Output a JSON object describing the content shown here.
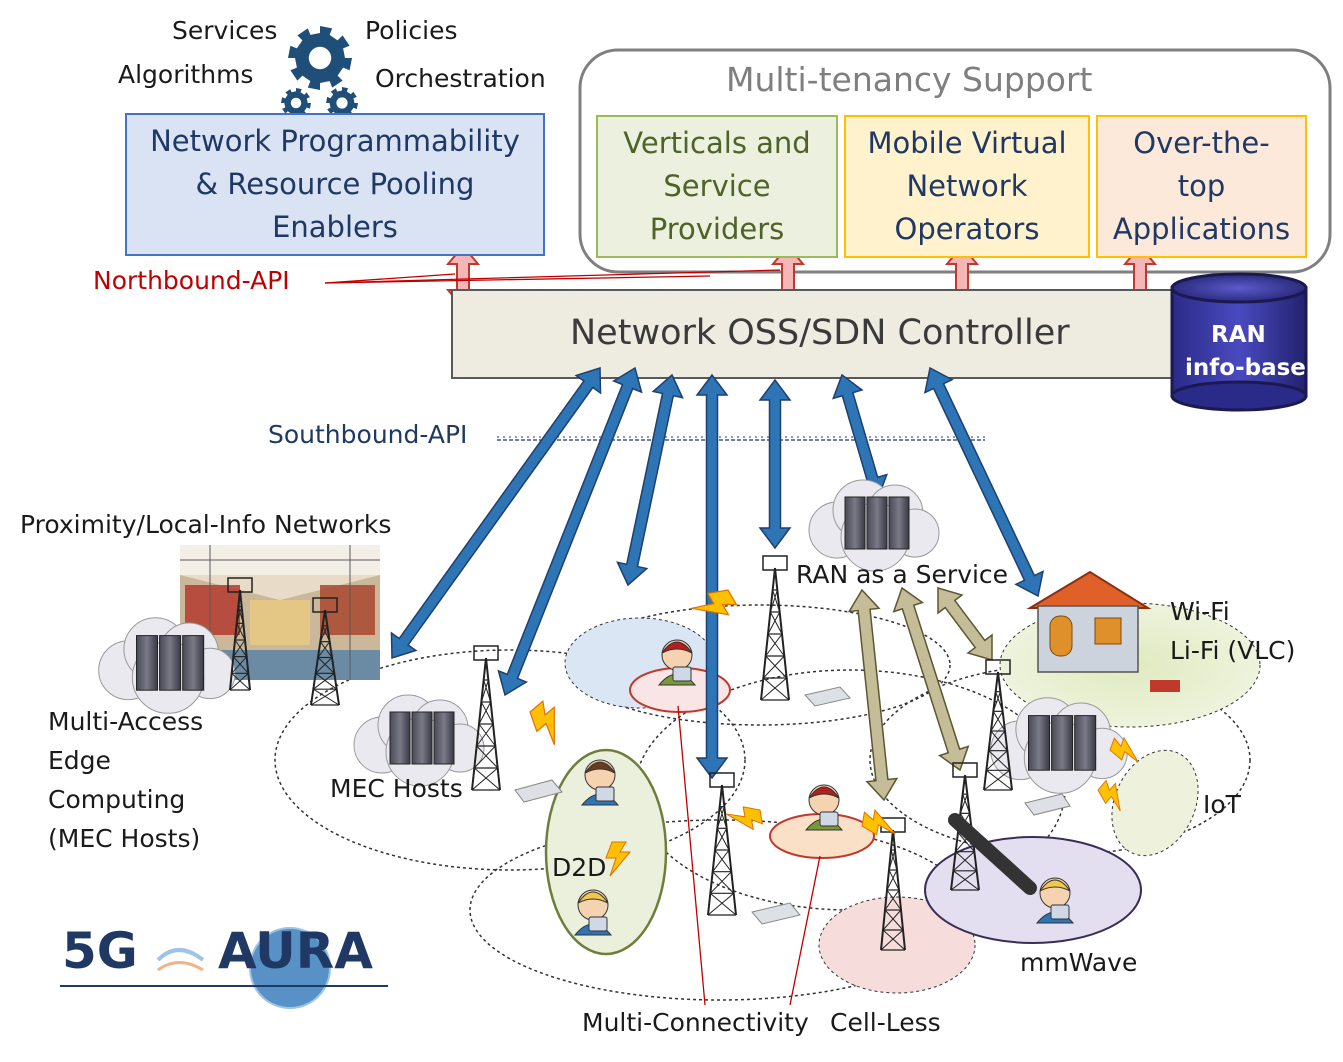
{
  "top_left": {
    "keywords": [
      "Services",
      "Policies",
      "Algorithms",
      "Orchestration"
    ],
    "enablers_box": "Network Programmability\n& Resource Pooling\nEnablers",
    "gear_icon": "gear-icon"
  },
  "multi_tenancy": {
    "title": "Multi-tenancy Support",
    "tenants": [
      {
        "label": "Verticals and\nService\nProviders",
        "fill": "#ebf1de",
        "border": "#9bbb59",
        "text": "#4f6228"
      },
      {
        "label": "Mobile Virtual\nNetwork\nOperators",
        "fill": "#fff2cc",
        "border": "#ffc000",
        "text": "#1f3864"
      },
      {
        "label": "Over-the-\ntop\nApplications",
        "fill": "#fde9d9",
        "border": "#ffc000",
        "text": "#1f3864"
      }
    ]
  },
  "apis": {
    "northbound": "Northbound-API",
    "southbound": "Southbound-API"
  },
  "controller": {
    "label": "Network OSS/SDN Controller"
  },
  "ran_db": {
    "line1": "RAN",
    "line2": "info-base"
  },
  "network_labels": {
    "proximity": "Proximity/Local-Info Networks",
    "mec": "Multi-Access\nEdge\nComputing\n(MEC Hosts)",
    "mec_hosts": "MEC Hosts",
    "ran_service": "RAN as a Service",
    "wifi": "Wi-Fi\nLi-Fi (VLC)",
    "iot": "IoT",
    "d2d": "D2D",
    "mmwave": "mmWave",
    "multi_conn": "Multi-Connectivity",
    "cell_less": "Cell-Less"
  },
  "logo": {
    "part1": "5G",
    "part2": "AURA"
  },
  "colors": {
    "enablers_fill": "#dae3f3",
    "enablers_border": "#4472c4",
    "enablers_text": "#1f3864",
    "northbound": "#c00000",
    "southbound": "#1f3864",
    "blue_arrow": "#2e75b6",
    "olive_arrow": "#948a54",
    "pink_arrow": "#f4b6b6",
    "controller_fill": "#eeece1",
    "db_fill": "#3a3aa0"
  }
}
